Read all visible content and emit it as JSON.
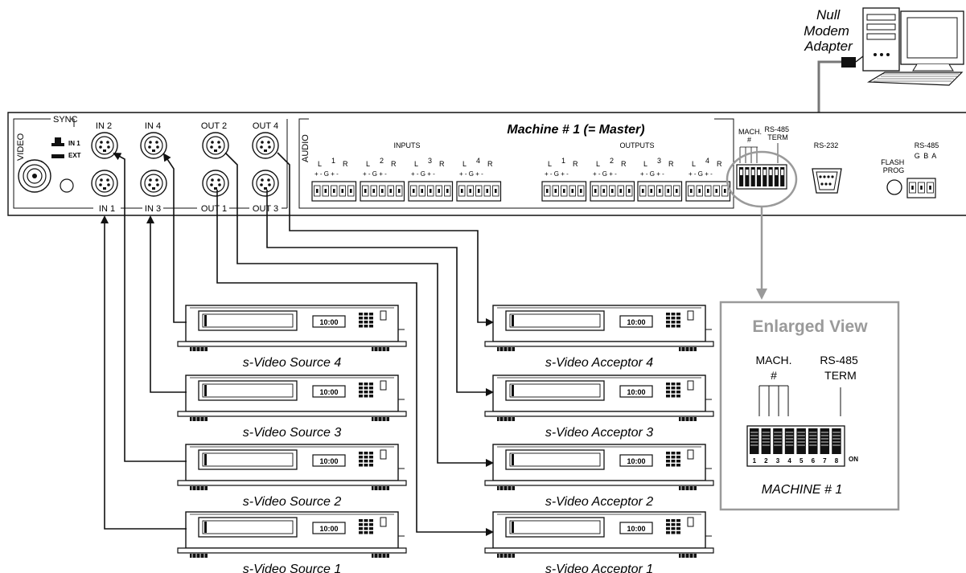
{
  "pc": {
    "adapter_label": [
      "Null",
      "Modem",
      "Adapter"
    ]
  },
  "panel": {
    "title": "Machine # 1 (= Master)",
    "video_label": "VIDEO",
    "audio_label": "AUDIO",
    "sync_label": "SYNC",
    "sync_in1": "IN 1",
    "sync_ext": "EXT",
    "svideo_top": [
      "IN 2",
      "IN 4",
      "OUT 2",
      "OUT 4"
    ],
    "svideo_bottom": [
      "IN 1",
      "IN 3",
      "OUT 1",
      "OUT 3"
    ],
    "audio_inputs_label": "INPUTS",
    "audio_outputs_label": "OUTPUTS",
    "audio_channel_nums": [
      "1",
      "2",
      "3",
      "4"
    ],
    "lr": [
      "L",
      "R"
    ],
    "pin_pattern": "+ -  G +  -",
    "dip_mach_label": "MACH.",
    "dip_hash": "#",
    "dip_term_label": [
      "RS-485",
      "TERM"
    ],
    "rs232_label": "RS-232",
    "flash_label": [
      "FLASH",
      "PROG"
    ],
    "rs485_label": "RS-485",
    "rs485_pins": "G B A"
  },
  "devices": {
    "display": "10:00",
    "sources": [
      "s-Video Source  4",
      "s-Video Source  3",
      "s-Video Source  2",
      "s-Video Source  1"
    ],
    "acceptors": [
      "s-Video Acceptor 4",
      "s-Video Acceptor 3",
      "s-Video Acceptor 2",
      "s-Video Acceptor 1"
    ]
  },
  "enlarged": {
    "title": "Enlarged View",
    "mach_label": "MACH.",
    "hash": "#",
    "term_label": [
      "RS-485",
      "TERM"
    ],
    "switch_numbers": [
      "1",
      "2",
      "3",
      "4",
      "5",
      "6",
      "7",
      "8"
    ],
    "on_label": "ON",
    "caption": "MACHINE # 1"
  }
}
